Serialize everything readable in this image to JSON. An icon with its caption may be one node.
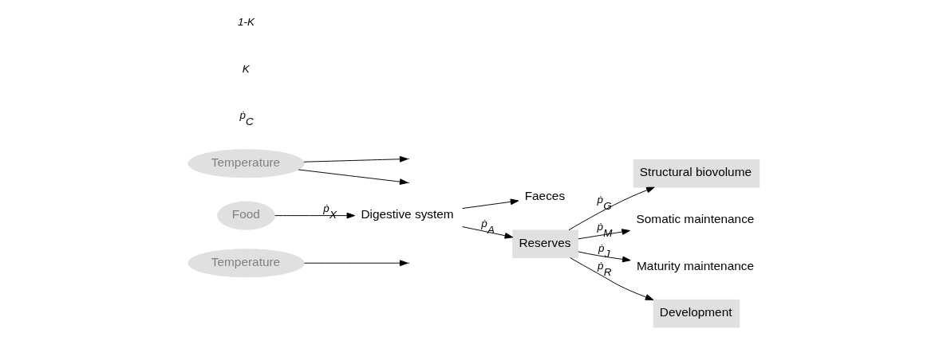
{
  "diagram": {
    "nodes": [
      {
        "text": [
          "Temperature"
        ]
      },
      {
        "text": [
          "Food"
        ]
      },
      {
        "text": [
          "Digestive system"
        ]
      },
      {
        "text": [
          "Faeces"
        ]
      },
      {
        "text": [
          "Reserves"
        ]
      },
      {
        "text": [
          "Structural biovolume"
        ]
      },
      {
        "text": [
          "Somatic maintenance"
        ]
      },
      {
        "text": [
          "Temperature"
        ]
      },
      {
        "text": [
          "Maturity maintenance"
        ]
      },
      {
        "text": [
          "Development"
        ]
      }
    ],
    "edges": [
      {
        "from": 0,
        "to": null,
        "arrow": "to"
      },
      {
        "from": 1,
        "to": 2,
        "arrow": "to",
        "label": "ṗ$_{X}$"
      },
      {
        "from": 2,
        "to": 4,
        "arrow": "to",
        "label": "ṗ$_{A}$"
      },
      {
        "from": 2,
        "to": 3,
        "arrow": "to"
      },
      {
        "from": 4,
        "to": 5,
        "arrow": "to",
        "label": "ṗ$_{G}$"
      },
      {
        "from": 4,
        "to": 6,
        "arrow": "to",
        "label": "ṗ$_{M}$"
      },
      {
        "from": 4,
        "to": 8,
        "arrow": "to",
        "label": "ṗ$_{J}$"
      },
      {
        "from": 4,
        "to": 9,
        "arrow": "to",
        "label": "ṗ$_{R}$"
      },
      {
        "from": 7,
        "to": null,
        "arrow": "to"
      },
      {
        "from": 7,
        "to": null,
        "arrow": "to"
      }
    ],
    "labels": [
      "ṗ$_{C}$",
      "K",
      "1-K"
    ]
  }
}
